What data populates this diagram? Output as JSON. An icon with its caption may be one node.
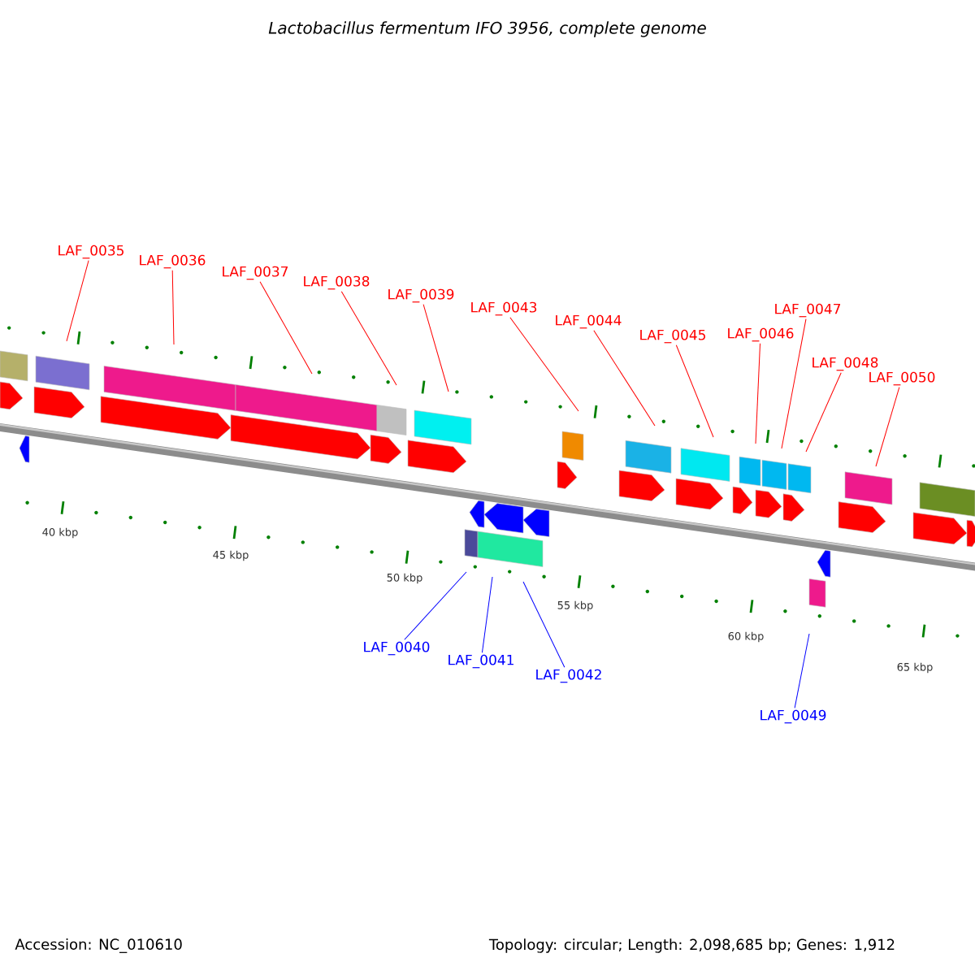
{
  "diagram": {
    "title": "Lactobacillus fermentum IFO 3956, complete genome",
    "nodes": [
      {
        "text": [
          "LAF_0035"
        ]
      },
      {
        "text": [
          "LAF_0036"
        ]
      },
      {
        "text": [
          "LAF_0037"
        ]
      },
      {
        "text": [
          "LAF_0038"
        ]
      },
      {
        "text": [
          "LAF_0039"
        ]
      },
      {
        "text": [
          "LAF_0043"
        ]
      },
      {
        "text": [
          "LAF_0044"
        ]
      },
      {
        "text": [
          "LAF_0045"
        ]
      },
      {
        "text": [
          "LAF_0046"
        ]
      },
      {
        "text": [
          "LAF_0047"
        ]
      },
      {
        "text": [
          "LAF_0048"
        ]
      },
      {
        "text": [
          "LAF_0050"
        ]
      },
      {
        "text": [
          "LAF_0040"
        ]
      },
      {
        "text": [
          "LAF_0041"
        ]
      },
      {
        "text": [
          "LAF_0042"
        ]
      },
      {
        "text": [
          "LAF_0049"
        ]
      }
    ],
    "edges": [
      {
        "from": 0,
        "to": null,
        "arrow": "none"
      },
      {
        "from": 1,
        "to": null,
        "arrow": "none"
      },
      {
        "from": 2,
        "to": null,
        "arrow": "none"
      },
      {
        "from": 3,
        "to": null,
        "arrow": "none"
      },
      {
        "from": 4,
        "to": null,
        "arrow": "none"
      },
      {
        "from": 5,
        "to": null,
        "arrow": "none"
      },
      {
        "from": 6,
        "to": null,
        "arrow": "none"
      },
      {
        "from": 7,
        "to": null,
        "arrow": "none"
      },
      {
        "from": 8,
        "to": null,
        "arrow": "none"
      },
      {
        "from": 9,
        "to": null,
        "arrow": "none"
      },
      {
        "from": 10,
        "to": null,
        "arrow": "none"
      },
      {
        "from": 11,
        "to": null,
        "arrow": "none"
      },
      {
        "from": 12,
        "to": null,
        "arrow": "none",
        "color": "#0000ff"
      },
      {
        "from": 13,
        "to": null,
        "arrow": "none",
        "color": "#0000ff"
      },
      {
        "from": 14,
        "to": null,
        "arrow": "none",
        "color": "#0000ff"
      },
      {
        "from": 15,
        "to": null,
        "arrow": "none",
        "color": "#0000ff"
      }
    ],
    "labels": [
      "40 kbp",
      "45 kbp",
      "50 kbp",
      "55 kbp",
      "60 kbp",
      "65 kbp",
      "Accession: NC_010610",
      "Topology: circular; Length: 2,098,685 bp; Genes: 1,912"
    ]
  }
}
